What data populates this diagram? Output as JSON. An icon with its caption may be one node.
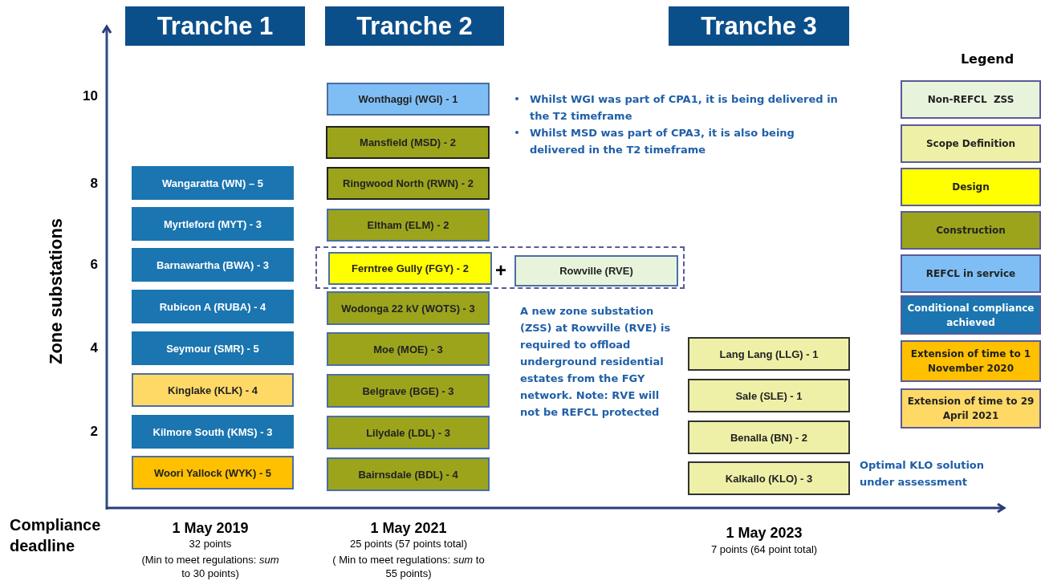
{
  "diagram": {
    "nodes": [
      {
        "text": [
          "Tranche 1"
        ]
      },
      {
        "text": [
          "Tranche 2"
        ]
      },
      {
        "text": [
          "Tranche 3"
        ]
      },
      {
        "text": [
          "Wangaratta (WN) – 5"
        ]
      },
      {
        "text": [
          "Myrtleford (MYT) - 3"
        ]
      },
      {
        "text": [
          "Barnawartha (BWA) - 3"
        ]
      },
      {
        "text": [
          "Rubicon A (RUBA) - 4"
        ]
      },
      {
        "text": [
          "Seymour (SMR) - 5"
        ]
      },
      {
        "text": [
          "Kinglake (KLK) - 4"
        ]
      },
      {
        "text": [
          "Kilmore South (KMS) - 3"
        ]
      },
      {
        "text": [
          "Woori Yallock (WYK) - 5"
        ]
      },
      {
        "text": [
          "Wonthaggi (WGI) - 1"
        ]
      },
      {
        "text": [
          "Mansfield (MSD) - 2"
        ]
      },
      {
        "text": [
          "Ringwood North (RWN) - 2"
        ]
      },
      {
        "text": [
          "Eltham (ELM) - 2"
        ]
      },
      {
        "text": [],
        "shape": "box"
      },
      {
        "text": [
          "Ferntree Gully (FGY) - 2"
        ],
        "in": 15
      },
      {
        "text": [
          "Rowville (RVE)"
        ],
        "in": 15
      },
      {
        "text": [
          "Wodonga 22 kV (WOTS) - 3"
        ]
      },
      {
        "text": [
          "Moe (MOE) - 3"
        ]
      },
      {
        "text": [
          "Belgrave (BGE) - 3"
        ]
      },
      {
        "text": [
          "Lilydale (LDL) - 3"
        ]
      },
      {
        "text": [
          "Bairnsdale (BDL) - 4"
        ]
      },
      {
        "text": [
          "Lang Lang (LLG) - 1"
        ]
      },
      {
        "text": [
          "Sale (SLE) - 1"
        ]
      },
      {
        "text": [
          "Benalla (BN) - 2"
        ]
      },
      {
        "text": [
          "Kalkallo (KLO) - 3"
        ],
        "beside": [
          "Optimal KLO solution under assessment"
        ]
      }
    ],
    "labels": [
      "Legend",
      "Whilst WGI was part of CPA1, it is being delivered in the T2 timeframe",
      "Whilst MSD was part of CPA3, it is also being delivered in the T2 timeframe",
      "10",
      "8",
      "Zone substations",
      "6",
      "+",
      "A new zone substation (ZSS) at Rowville (RVE) is required to offload underground residential estates from the FGY network. Note: RVE will not be REFCL protected",
      "4",
      "2",
      "Compliance deadline",
      "1 May 2019",
      "32 points",
      "(Min to meet regulations: *sum* to 30 points)",
      "1 May 2021",
      "25 points (57 points total)",
      "( Min to meet regulations: *sum* to 55 points)",
      "1 May 2023",
      "7 points (64 point total)"
    ],
    "legend": [
      {
        "text": "Non-REFCL  ZSS",
        "color": "#e8f3dc"
      },
      {
        "text": "Scope Definition",
        "color": "#eef0a8"
      },
      {
        "text": "Design",
        "color": "#ffff00"
      },
      {
        "text": "Construction",
        "color": "#9ca41c"
      },
      {
        "text": "REFCL in service",
        "color": "#7fbef5"
      },
      {
        "text": "Conditional compliance achieved",
        "color": "#1a75b0"
      },
      {
        "text": "Extension of time to 1 November 2020",
        "color": "#ffc000"
      },
      {
        "text": "Extension of time to 29 April 2021",
        "color": "#ffd966"
      }
    ]
  }
}
